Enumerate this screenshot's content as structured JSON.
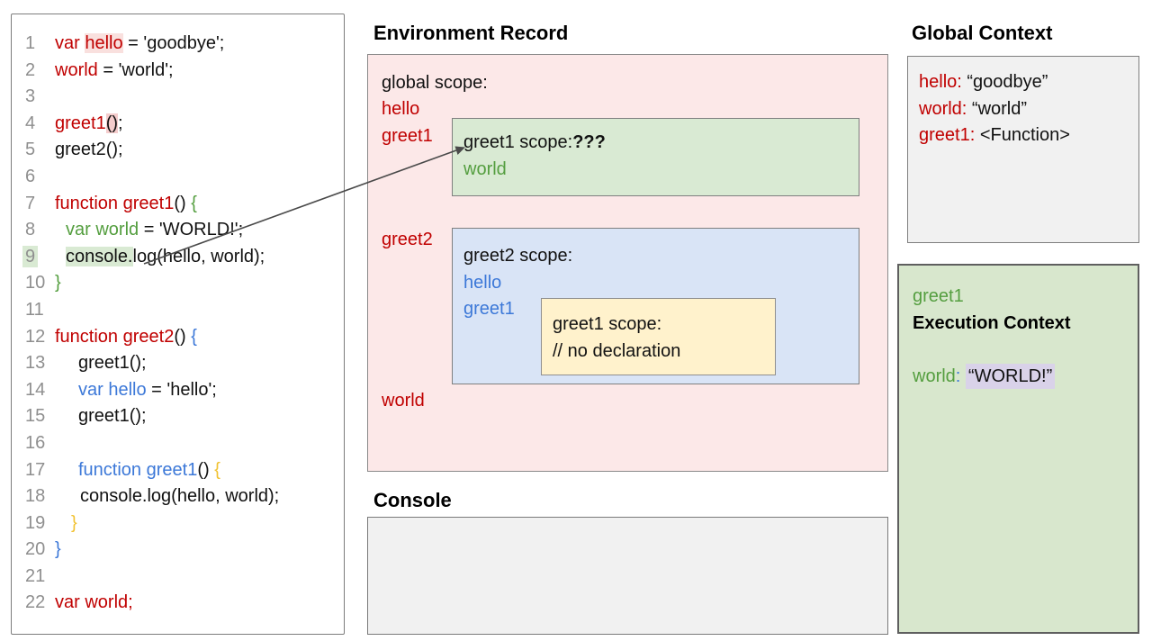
{
  "code_panel": {
    "lines": [
      {
        "n": "1",
        "ind": 0,
        "numhl": false,
        "tokens": [
          {
            "t": "var ",
            "c": "red"
          },
          {
            "t": "hello",
            "c": "red",
            "h": "pinkfaint"
          },
          {
            "t": " = 'goodbye';",
            "c": "blk"
          }
        ]
      },
      {
        "n": "2",
        "ind": 0,
        "numhl": false,
        "tokens": [
          {
            "t": "world",
            "c": "red"
          },
          {
            "t": " = 'world';",
            "c": "blk"
          }
        ]
      },
      {
        "n": "3",
        "ind": 0,
        "numhl": false,
        "tokens": []
      },
      {
        "n": "4",
        "ind": 0,
        "numhl": false,
        "tokens": [
          {
            "t": "greet1",
            "c": "red"
          },
          {
            "t": "()",
            "c": "blk",
            "h": "pink"
          },
          {
            "t": ";",
            "c": "blk"
          }
        ]
      },
      {
        "n": "5",
        "ind": 0,
        "numhl": false,
        "tokens": [
          {
            "t": "greet2();",
            "c": "blk"
          }
        ]
      },
      {
        "n": "6",
        "ind": 0,
        "numhl": false,
        "tokens": []
      },
      {
        "n": "7",
        "ind": 0,
        "numhl": false,
        "tokens": [
          {
            "t": "function greet1",
            "c": "red"
          },
          {
            "t": "() ",
            "c": "blk"
          },
          {
            "t": "{",
            "c": "green"
          }
        ]
      },
      {
        "n": "8",
        "ind": 12,
        "numhl": false,
        "tokens": [
          {
            "t": "var world",
            "c": "green"
          },
          {
            "t": " = 'WORLD!';",
            "c": "blk"
          }
        ]
      },
      {
        "n": "9",
        "ind": 12,
        "numhl": true,
        "tokens": [
          {
            "t": "console.",
            "c": "blk",
            "h": "greenhl"
          },
          {
            "t": "log(hello, world);",
            "c": "blk"
          }
        ]
      },
      {
        "n": "10",
        "ind": 0,
        "numhl": false,
        "tokens": [
          {
            "t": "}",
            "c": "green"
          }
        ]
      },
      {
        "n": "11",
        "ind": 0,
        "numhl": false,
        "tokens": []
      },
      {
        "n": "12",
        "ind": 0,
        "numhl": false,
        "tokens": [
          {
            "t": "function greet2",
            "c": "red"
          },
          {
            "t": "() ",
            "c": "blk"
          },
          {
            "t": "{",
            "c": "blue"
          }
        ]
      },
      {
        "n": "13",
        "ind": 26,
        "numhl": false,
        "tokens": [
          {
            "t": "greet1();",
            "c": "blk"
          }
        ]
      },
      {
        "n": "14",
        "ind": 26,
        "numhl": false,
        "tokens": [
          {
            "t": "var hello",
            "c": "blue"
          },
          {
            "t": " = 'hello';",
            "c": "blk"
          }
        ]
      },
      {
        "n": "15",
        "ind": 26,
        "numhl": false,
        "tokens": [
          {
            "t": "greet1();",
            "c": "blk"
          }
        ]
      },
      {
        "n": "16",
        "ind": 0,
        "numhl": false,
        "tokens": []
      },
      {
        "n": "17",
        "ind": 26,
        "numhl": false,
        "tokens": [
          {
            "t": "function greet1",
            "c": "blue"
          },
          {
            "t": "() ",
            "c": "blk"
          },
          {
            "t": "{",
            "c": "orange"
          }
        ]
      },
      {
        "n": "18",
        "ind": 28,
        "numhl": false,
        "tokens": [
          {
            "t": "console.log(hello, world);",
            "c": "blk"
          }
        ]
      },
      {
        "n": "19",
        "ind": 18,
        "numhl": false,
        "tokens": [
          {
            "t": "}",
            "c": "orange"
          }
        ]
      },
      {
        "n": "20",
        "ind": 0,
        "numhl": false,
        "tokens": [
          {
            "t": "}",
            "c": "blue"
          }
        ]
      },
      {
        "n": "21",
        "ind": 0,
        "numhl": false,
        "tokens": []
      },
      {
        "n": "22",
        "ind": 0,
        "numhl": false,
        "tokens": [
          {
            "t": "var world;",
            "c": "red"
          }
        ]
      }
    ]
  },
  "environment_record": {
    "title": "Environment Record",
    "global_scope_label": "global scope:",
    "var_hello": "hello",
    "var_greet1": "greet1",
    "var_greet2": "greet2",
    "var_world": "world",
    "greet1_scope": {
      "label": "greet1 scope:",
      "question": "???",
      "var_world": "world"
    },
    "greet2_scope": {
      "label": "greet2 scope:",
      "var_hello": "hello",
      "var_greet1": "greet1"
    },
    "greet1_inner_scope": {
      "label": "greet1 scope:",
      "comment": "// no declaration"
    }
  },
  "console_section": {
    "title": "Console"
  },
  "global_context": {
    "title": "Global Context",
    "entries": [
      {
        "name": "hello:",
        "value": " “goodbye”"
      },
      {
        "name": "world:",
        "value": " “world”"
      },
      {
        "name": "greet1:",
        "value": " <Function>"
      }
    ]
  },
  "execution_context": {
    "function_name": "greet1",
    "title": "Execution Context",
    "var_name": "world",
    "colon": ":",
    "value": "“WORLD!”"
  },
  "colors": {
    "code_red": "#c00000",
    "code_green": "#549e3f",
    "code_blue": "#3c78d8",
    "code_orange": "#f1c232",
    "pink_box": "#fce8e8",
    "green_box": "#d9ead3",
    "blue_box": "#d9e4f6",
    "yellow_box": "#fff2cc",
    "gray_box": "#f1f1f1",
    "lavender_highlight": "#d9d2e9"
  }
}
